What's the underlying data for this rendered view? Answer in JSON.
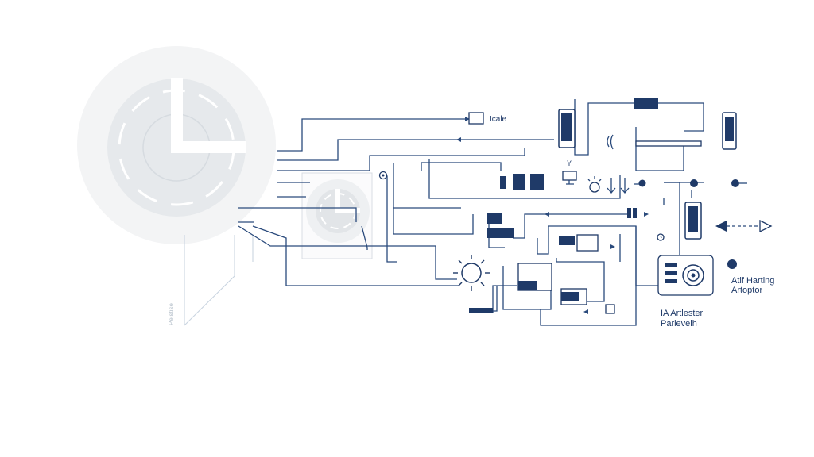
{
  "labels": {
    "box_label": "Icale",
    "right_label_line1": "Atlf Harting",
    "right_label_line2": "Artoptor",
    "bottom_label_line1": "IA Artlester",
    "bottom_label_line2": "Parlevelh",
    "vertical_label": "Pelstise",
    "small_y": "Y"
  },
  "colors": {
    "accent": "#1f3a68",
    "wire": "#2a4a7c",
    "clock_fill": "#e9ecef",
    "clock_bg": "#f3f4f5"
  },
  "icons": [
    "clock-icon",
    "small-clock-icon",
    "sun-icon",
    "phone-icon",
    "lightbulb-icon",
    "monitor-icon",
    "camera-icon",
    "sound-wave-icon",
    "download-arrow-icon",
    "bidirectional-arrow-icon"
  ]
}
